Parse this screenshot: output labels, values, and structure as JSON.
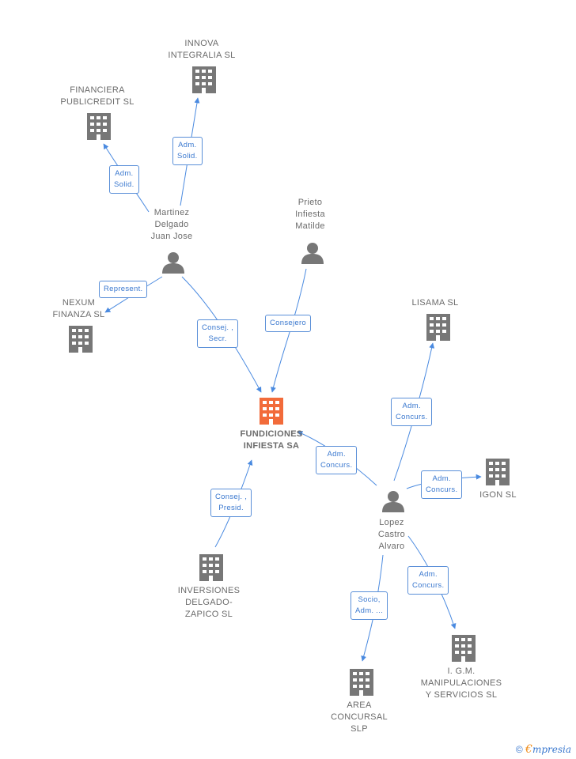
{
  "colors": {
    "edge": "#4a8ae0",
    "node": "#777777",
    "focus": "#f26b3a"
  },
  "nodes": {
    "innova": {
      "lines": [
        "INNOVA",
        "INTEGRALIA SL"
      ],
      "icon": "building-icon"
    },
    "financiera": {
      "lines": [
        "FINANCIERA",
        "PUBLICREDIT  SL"
      ],
      "icon": "building-icon"
    },
    "martinez": {
      "lines": [
        "Martinez",
        "Delgado",
        "Juan Jose"
      ],
      "icon": "person-icon"
    },
    "prieto": {
      "lines": [
        "Prieto",
        "Infiesta",
        "Matilde"
      ],
      "icon": "person-icon"
    },
    "nexum": {
      "lines": [
        "NEXUM",
        "FINANZA  SL"
      ],
      "icon": "building-icon"
    },
    "lisama": {
      "lines": [
        "LISAMA SL"
      ],
      "icon": "building-icon"
    },
    "fundiciones": {
      "lines": [
        "FUNDICIONES",
        "INFIESTA SA"
      ],
      "icon": "building-icon"
    },
    "igon": {
      "lines": [
        "IGON SL"
      ],
      "icon": "building-icon"
    },
    "lopez": {
      "lines": [
        "Lopez",
        "Castro",
        "Alvaro"
      ],
      "icon": "person-icon"
    },
    "inversiones": {
      "lines": [
        "INVERSIONES",
        "DELGADO-",
        "ZAPICO  SL"
      ],
      "icon": "building-icon"
    },
    "igm": {
      "lines": [
        "I. G.M.",
        "MANIPULACIONES",
        "Y SERVICIOS SL"
      ],
      "icon": "building-icon"
    },
    "area": {
      "lines": [
        "AREA",
        "CONCURSAL",
        "SLP"
      ],
      "icon": "building-icon"
    }
  },
  "edges": {
    "martinez_innova": [
      "Adm.",
      "Solid."
    ],
    "martinez_financiera": [
      "Adm.",
      "Solid."
    ],
    "martinez_nexum": [
      "Represent."
    ],
    "martinez_fundiciones": [
      "Consej. ,",
      "Secr."
    ],
    "prieto_fundiciones": [
      "Consejero"
    ],
    "lopez_fundiciones": [
      "Adm.",
      "Concurs."
    ],
    "lopez_lisama": [
      "Adm.",
      "Concurs."
    ],
    "lopez_igon": [
      "Adm.",
      "Concurs."
    ],
    "lopez_igm": [
      "Adm.",
      "Concurs."
    ],
    "lopez_area": [
      "Socio,",
      "Adm. ..."
    ],
    "inversiones_fundiciones": [
      "Consej. ,",
      "Presid."
    ]
  },
  "brand": {
    "copyright": "©",
    "e": "€",
    "rest": "mpresia"
  }
}
